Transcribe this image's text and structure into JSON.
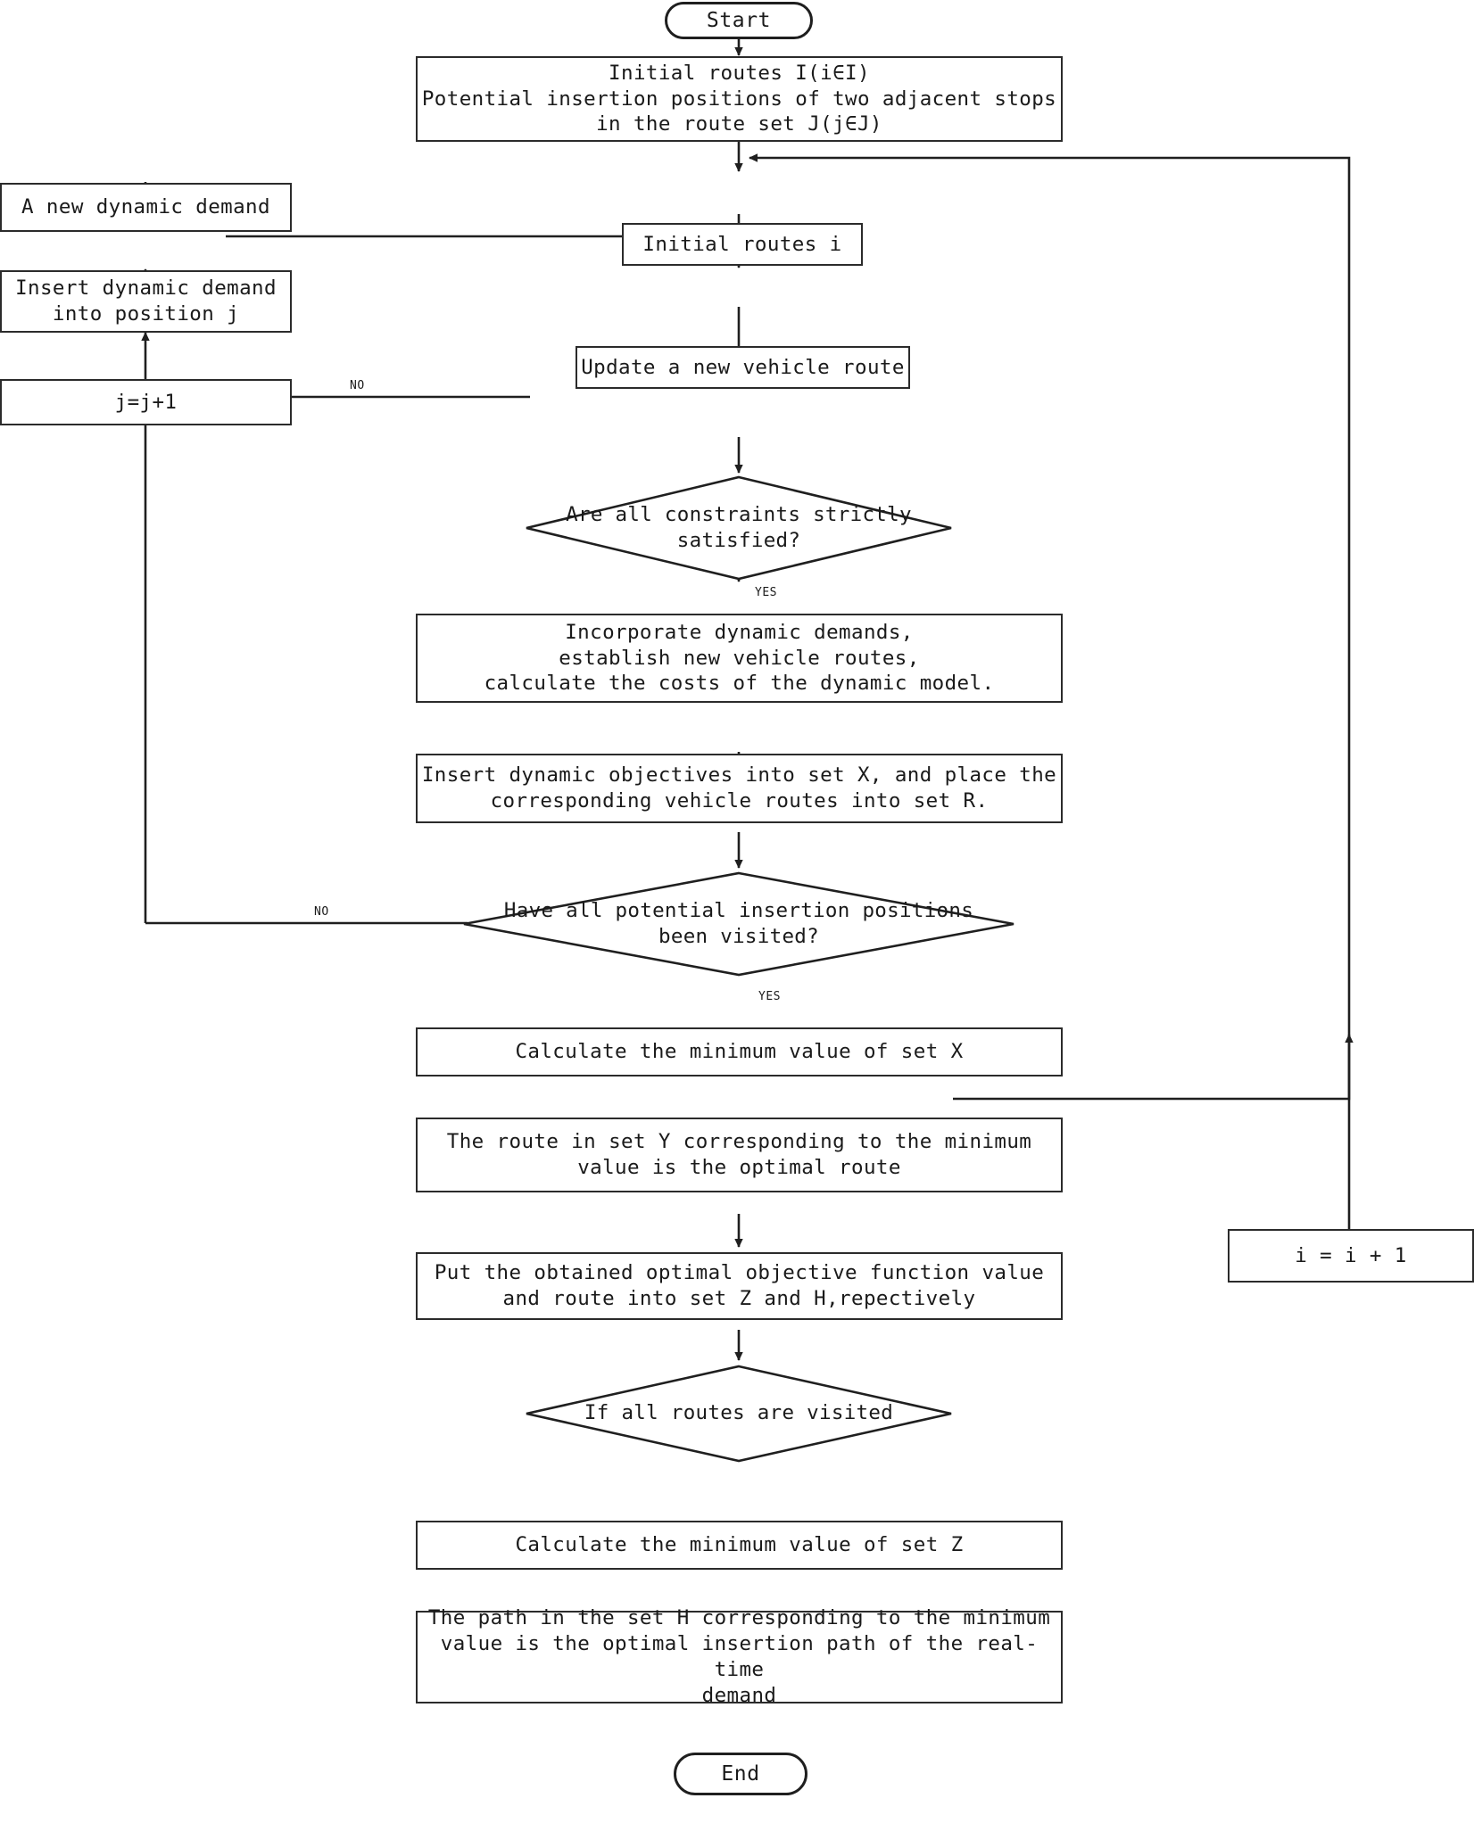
{
  "diagram": {
    "title": "Dynamic demand insertion heuristic flowchart",
    "stroke_color": "#2b2b2b",
    "background_color": "#ffffff"
  },
  "nodes": {
    "start": {
      "label": "Start",
      "type": "terminator"
    },
    "initial_sets": {
      "label": "Initial routes I(i∈I)\nPotential insertion positions of two adjacent stops\nin the route set J(j∈J)",
      "type": "process"
    },
    "new_dynamic_demand": {
      "label": "A new dynamic demand",
      "type": "process"
    },
    "insert_demand": {
      "label": "Insert dynamic demand\ninto position j",
      "type": "process"
    },
    "j_increment": {
      "label": "j=j+1",
      "type": "process"
    },
    "initial_routes_i": {
      "label": "Initial routes i",
      "type": "process"
    },
    "update_route": {
      "label": "Update a new vehicle route",
      "type": "process"
    },
    "constraints_decision": {
      "label": "Are all constraints strictly\nsatisfied?",
      "type": "decision"
    },
    "incorporate": {
      "label": "Incorporate dynamic demands,\nestablish new vehicle routes,\ncalculate the costs of the dynamic model.",
      "type": "process"
    },
    "insert_objectives": {
      "label": "Insert dynamic objectives into set X, and place the\ncorresponding vehicle routes into set R.",
      "type": "process"
    },
    "positions_decision": {
      "label": "Have all potential insertion positions\nbeen visited?",
      "type": "decision"
    },
    "min_set_x": {
      "label": "Calculate the minimum value of set X",
      "type": "process"
    },
    "route_set_y": {
      "label": "The route in set Y corresponding to the minimum\nvalue is the optimal route",
      "type": "process"
    },
    "put_into_z_h": {
      "label": "Put the obtained optimal objective function value\nand route into set Z and H,repectively",
      "type": "process"
    },
    "routes_visited_decision": {
      "label": "If all routes are visited",
      "type": "decision"
    },
    "i_increment": {
      "label": "i = i + 1",
      "type": "process"
    },
    "min_set_z": {
      "label": "Calculate the minimum value of set Z",
      "type": "process"
    },
    "path_set_h": {
      "label": "The path in the set H corresponding to the minimum\nvalue is the optimal insertion path of the real-time\ndemand",
      "type": "process"
    },
    "end": {
      "label": "End",
      "type": "terminator"
    }
  },
  "edge_labels": {
    "constraints_no": "NO",
    "constraints_yes": "YES",
    "positions_no": "NO",
    "positions_yes": "YES"
  }
}
